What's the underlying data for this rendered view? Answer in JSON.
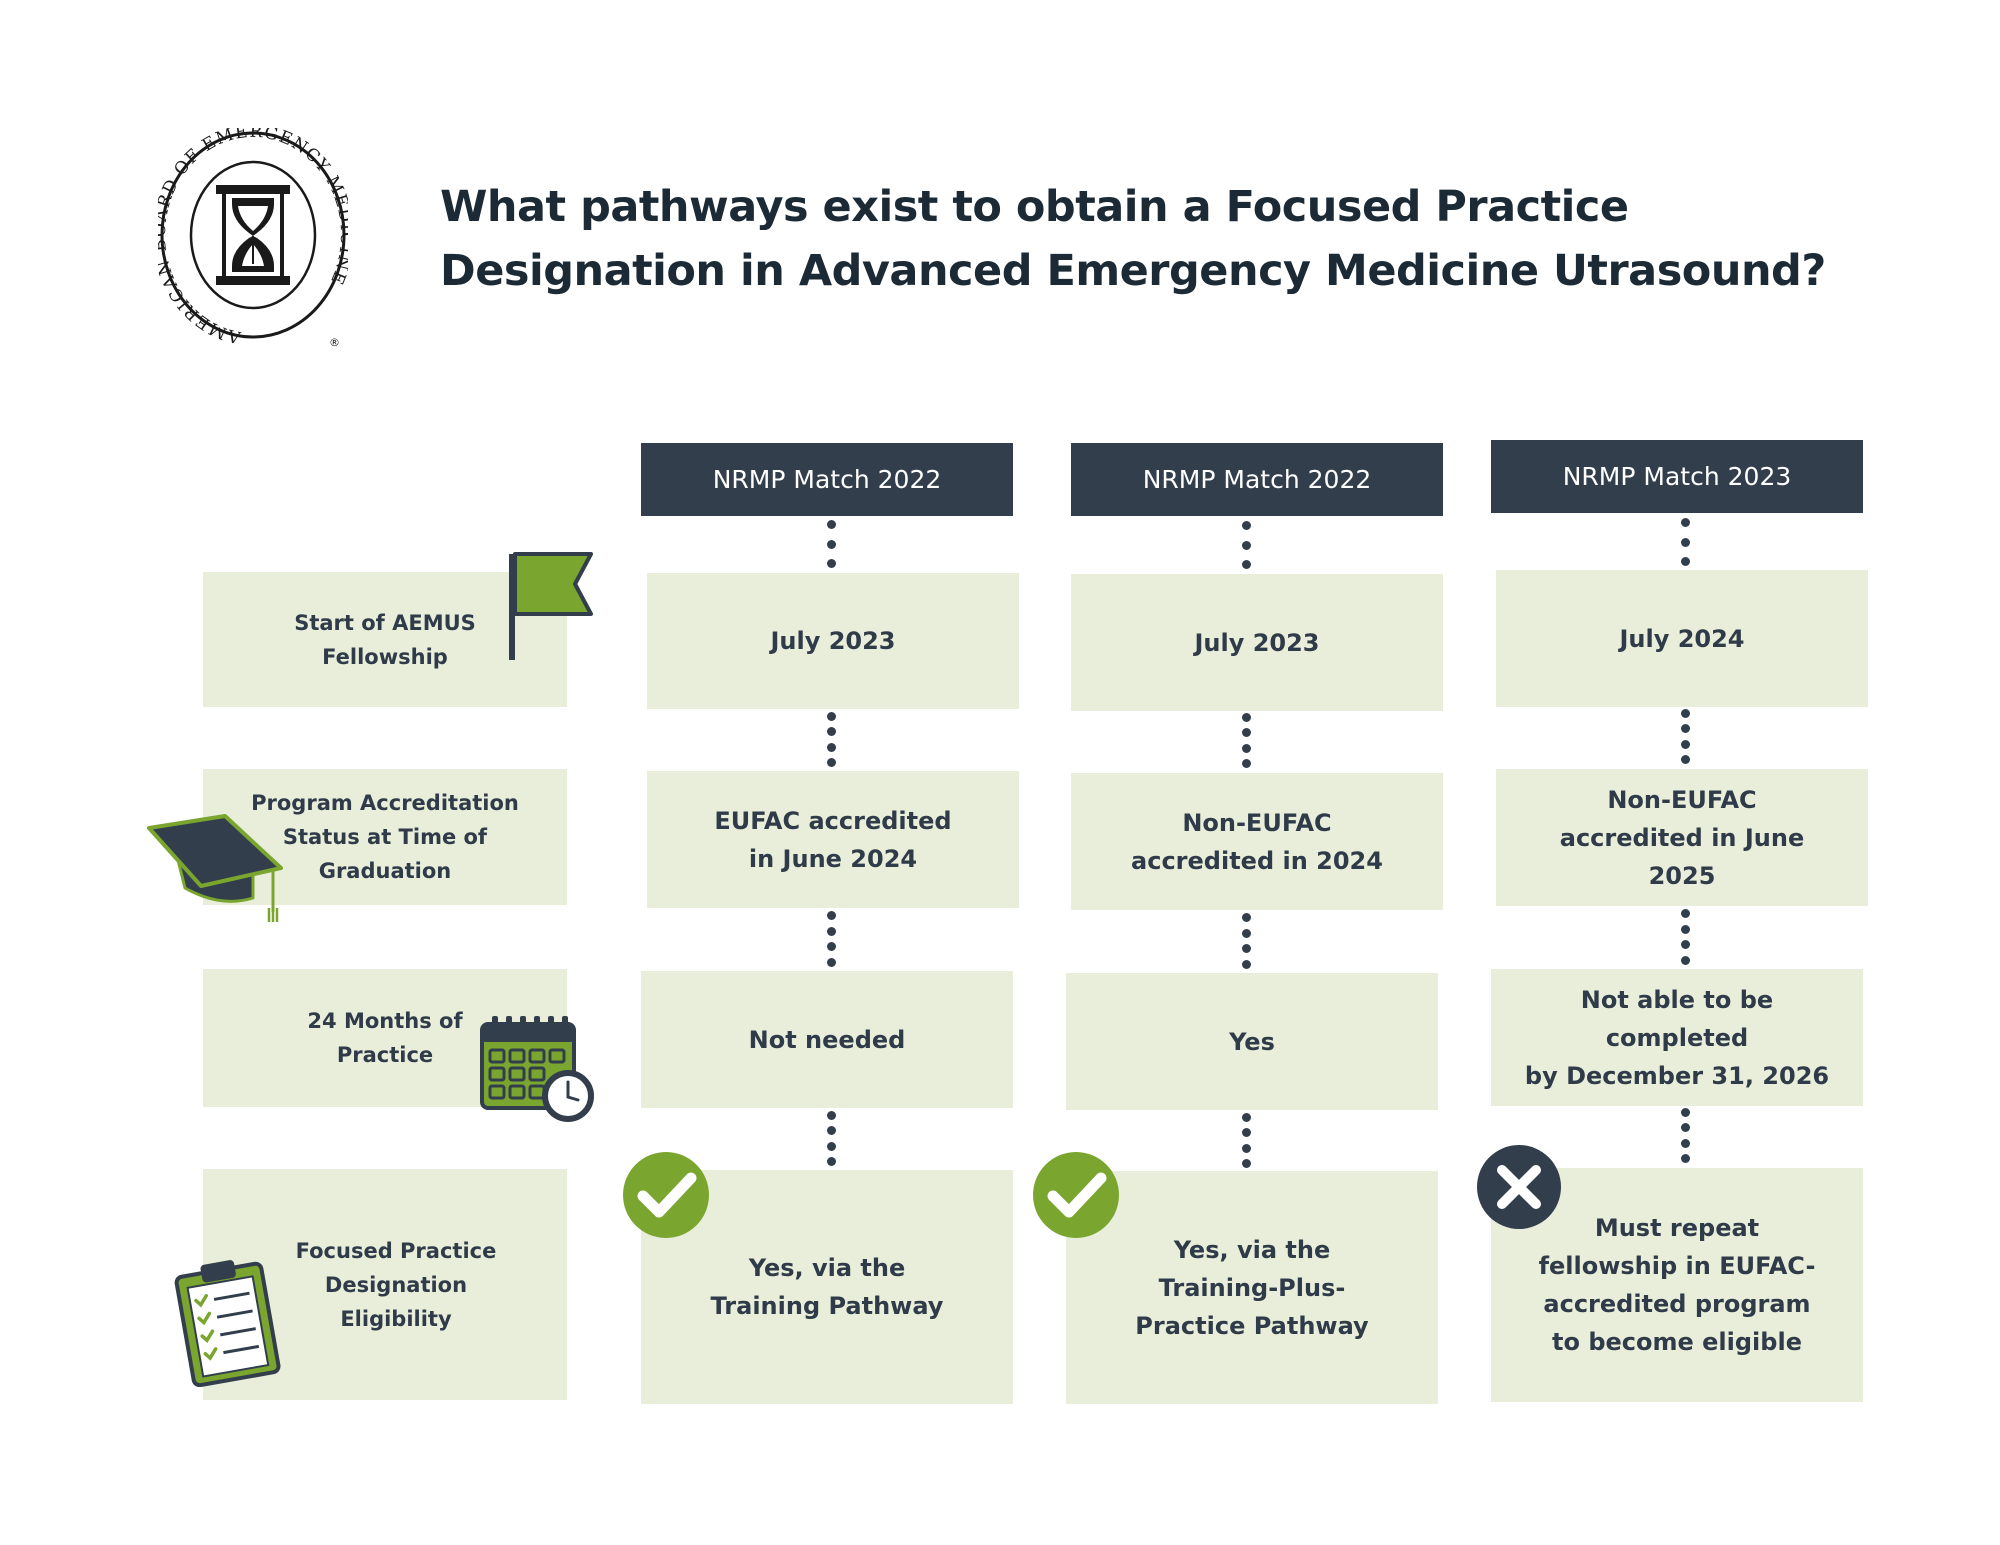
{
  "title": {
    "line1": "What pathways exist to obtain a Focused Practice",
    "line2": "Designation in Advanced Emergency Medicine Utrasound?"
  },
  "logo": {
    "ring_text": "AMERICAN BOARD OF EMERGENCY MEDICINE",
    "registered_mark": "®"
  },
  "row_labels": [
    {
      "line1": "Start of AEMUS",
      "line2": "Fellowship",
      "icon": "flag-icon"
    },
    {
      "line1": "Program Accreditation",
      "line2": "Status at Time of",
      "line3": "Graduation",
      "icon": "graduation-cap-icon"
    },
    {
      "line1": "24 Months of",
      "line2": "Practice",
      "icon": "calendar-clock-icon"
    },
    {
      "line1": "Focused Practice",
      "line2": "Designation",
      "line3": "Eligibility",
      "icon": "clipboard-checklist-icon"
    }
  ],
  "columns": [
    {
      "header": "NRMP Match 2022",
      "start": "July 2023",
      "accreditation": {
        "line1": "EUFAC accredited",
        "line2": "in June 2024"
      },
      "practice": {
        "line1": "Not needed"
      },
      "eligibility": {
        "line1": "Yes, via  the",
        "line2": "Training Pathway"
      },
      "status_icon": "check-circle-icon"
    },
    {
      "header": "NRMP Match 2022",
      "start": "July 2023",
      "accreditation": {
        "line1": "Non-EUFAC",
        "line2": "accredited in 2024"
      },
      "practice": {
        "line1": "Yes"
      },
      "eligibility": {
        "line1": "Yes, via  the",
        "line2": "Training-Plus-",
        "line3": "Practice Pathway"
      },
      "status_icon": "check-circle-icon"
    },
    {
      "header": "NRMP Match 2023",
      "start": "July 2024",
      "accreditation": {
        "line1": "Non-EUFAC",
        "line2": "accredited in June",
        "line3": "2025"
      },
      "practice": {
        "line1": "Not able to be completed",
        "line2": "by December 31, 2026"
      },
      "eligibility": {
        "line1": "Must repeat",
        "line2": "fellowship in EUFAC-",
        "line3": "accredited program",
        "line4": "to become eligible"
      },
      "status_icon": "x-circle-icon"
    }
  ],
  "colors": {
    "header_bg": "#323e4c",
    "cell_bg": "#e9eedb",
    "accent_green": "#7aa52f",
    "dark_navy": "#323e4c"
  }
}
